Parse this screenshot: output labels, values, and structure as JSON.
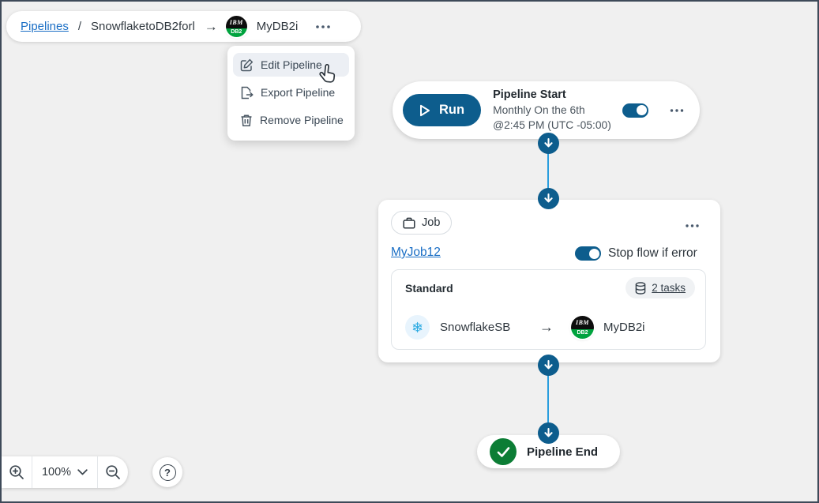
{
  "breadcrumb": {
    "root": "Pipelines",
    "separator": "/",
    "pipeline_name": "SnowflaketoDB2forl",
    "arrow": "→",
    "target_name": "MyDB2i"
  },
  "menu": {
    "items": [
      {
        "label": "Edit Pipeline",
        "icon": "edit-icon",
        "active": true
      },
      {
        "label": "Export Pipeline",
        "icon": "export-icon",
        "active": false
      },
      {
        "label": "Remove Pipeline",
        "icon": "trash-icon",
        "active": false
      }
    ]
  },
  "start_node": {
    "run_label": "Run",
    "title": "Pipeline Start",
    "schedule_line1": "Monthly On the 6th",
    "schedule_line2": "@2:45 PM (UTC -05:00)",
    "toggle_on": true
  },
  "job_card": {
    "type_label": "Job",
    "name": "MyJob12",
    "toggle_label": "Stop flow if error",
    "toggle_on": true,
    "section_title": "Standard",
    "tasks_label": "2 tasks",
    "source_name": "SnowflakeSB",
    "flow_arrow": "→",
    "target_name": "MyDB2i"
  },
  "end_node": {
    "label": "Pipeline End"
  },
  "controls": {
    "zoom_level": "100%",
    "help_glyph": "?"
  },
  "icons": {
    "db2_top": "IBM",
    "db2_bottom": "DB2",
    "snowflake_glyph": "❄"
  },
  "colors": {
    "accent_blue": "#0d5d8d",
    "connector_blue": "#2a9ede",
    "link_blue": "#1a6ec5",
    "success_green": "#0c7d35",
    "db2_green": "#00a33e",
    "snowflake_blue": "#2baae2",
    "canvas_gray": "#f0f0f0",
    "frame_border": "#3e4a59"
  }
}
